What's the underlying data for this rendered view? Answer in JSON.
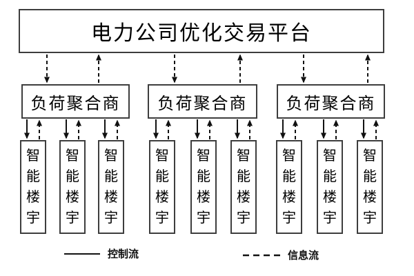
{
  "colors": {
    "background": "#ffffff",
    "box_border": "#3d3d3d",
    "line": "#111111",
    "text": "#000000"
  },
  "platform": {
    "label": "电力公司优化交易平台"
  },
  "groups": [
    {
      "aggregator": "负荷聚合商",
      "buildings": [
        "智能楼宇",
        "智能楼宇",
        "智能楼宇"
      ]
    },
    {
      "aggregator": "负荷聚合商",
      "buildings": [
        "智能楼宇",
        "智能楼宇",
        "智能楼宇"
      ]
    },
    {
      "aggregator": "负荷聚合商",
      "buildings": [
        "智能楼宇",
        "智能楼宇",
        "智能楼宇"
      ]
    }
  ],
  "legend": [
    {
      "label": "控制流",
      "line_style": "solid"
    },
    {
      "label": "信息流",
      "line_style": "dashed"
    }
  ]
}
